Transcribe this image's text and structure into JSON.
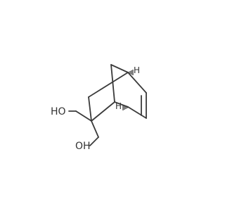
{
  "molecule": {
    "labels": {
      "oh_upper": "HO",
      "oh_lower": "OH",
      "h_upper": "H",
      "h_lower": "H"
    },
    "colors": {
      "bond": "#3a3a3a",
      "text": "#333333",
      "background": "#ffffff"
    }
  }
}
